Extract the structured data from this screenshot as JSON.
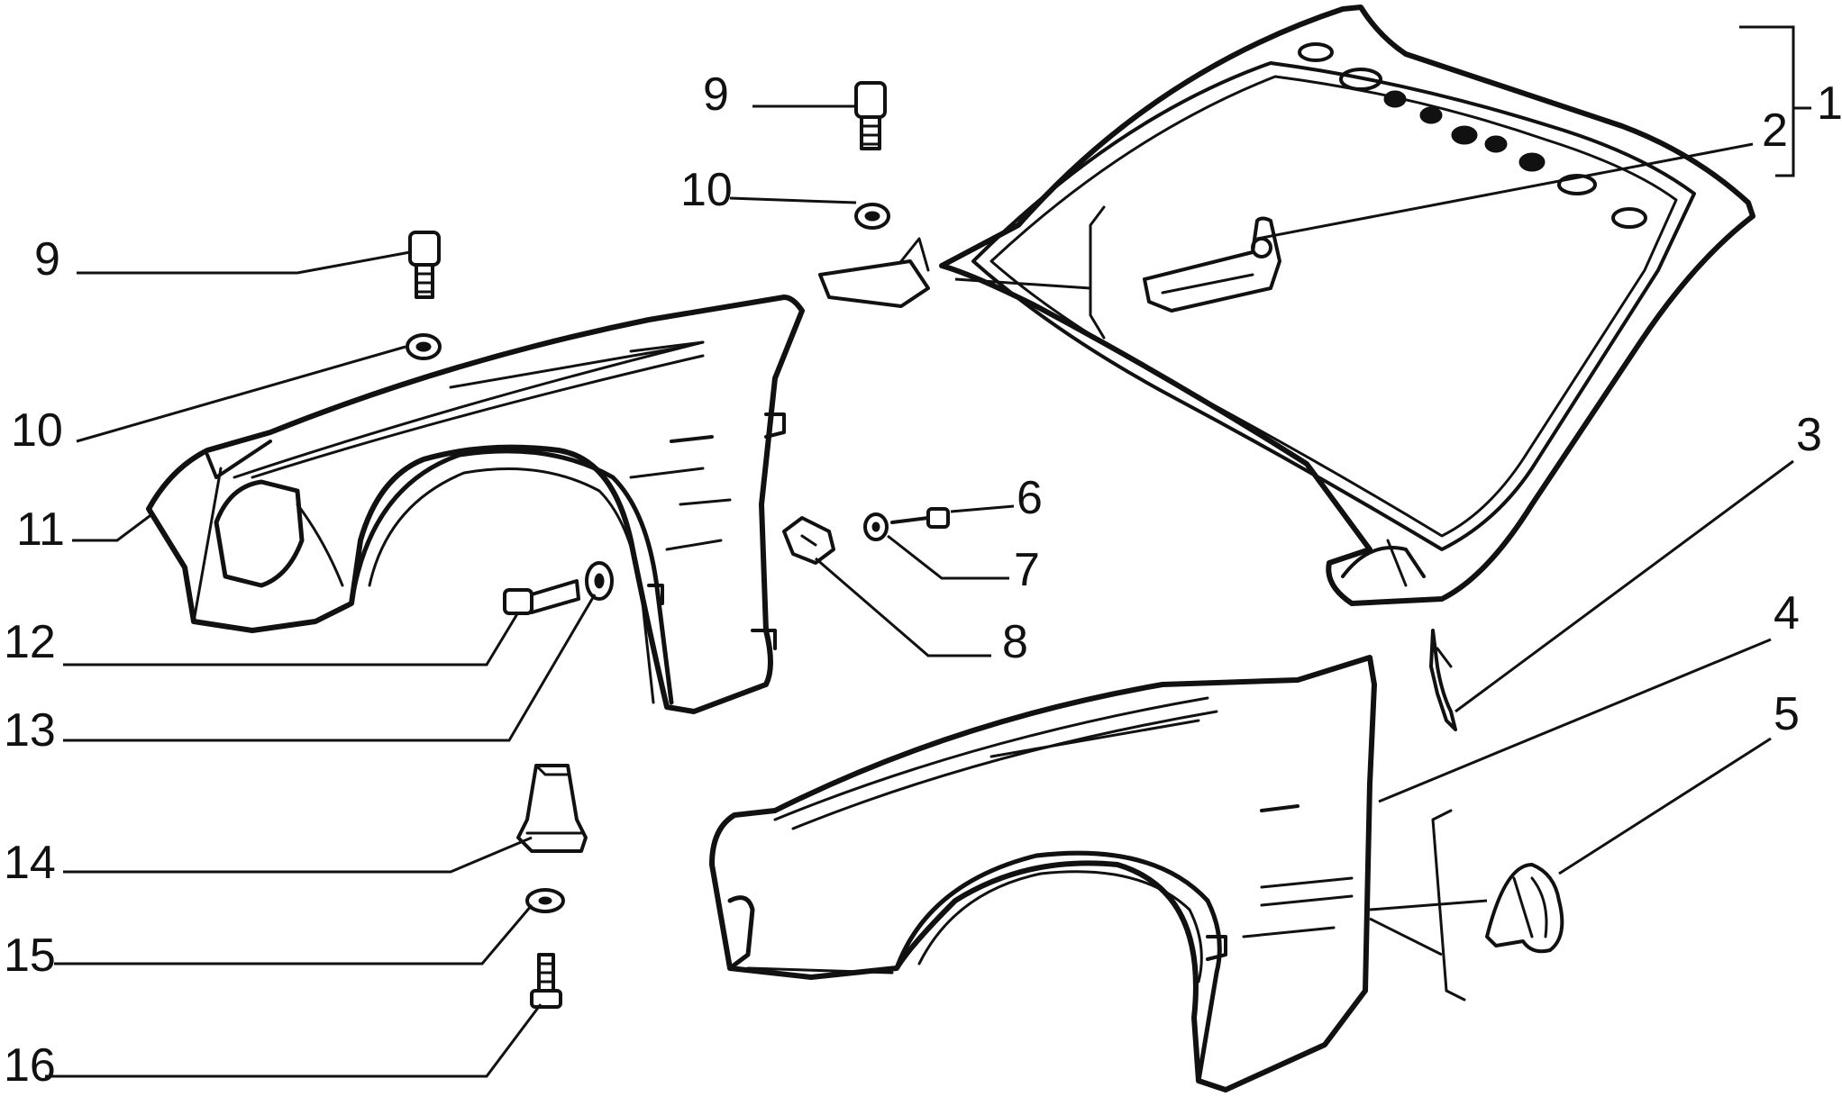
{
  "diagram": {
    "callouts": [
      {
        "id": "c1",
        "label": "1"
      },
      {
        "id": "c2",
        "label": "2"
      },
      {
        "id": "c3",
        "label": "3"
      },
      {
        "id": "c4",
        "label": "4"
      },
      {
        "id": "c5",
        "label": "5"
      },
      {
        "id": "c6",
        "label": "6"
      },
      {
        "id": "c7",
        "label": "7"
      },
      {
        "id": "c8",
        "label": "8"
      },
      {
        "id": "c9a",
        "label": "9"
      },
      {
        "id": "c9b",
        "label": "9"
      },
      {
        "id": "c10a",
        "label": "10"
      },
      {
        "id": "c10b",
        "label": "10"
      },
      {
        "id": "c11",
        "label": "11"
      },
      {
        "id": "c12",
        "label": "12"
      },
      {
        "id": "c13",
        "label": "13"
      },
      {
        "id": "c14",
        "label": "14"
      },
      {
        "id": "c15",
        "label": "15"
      },
      {
        "id": "c16",
        "label": "16"
      }
    ],
    "ink_color": "#111111",
    "background_color": "#ffffff"
  }
}
